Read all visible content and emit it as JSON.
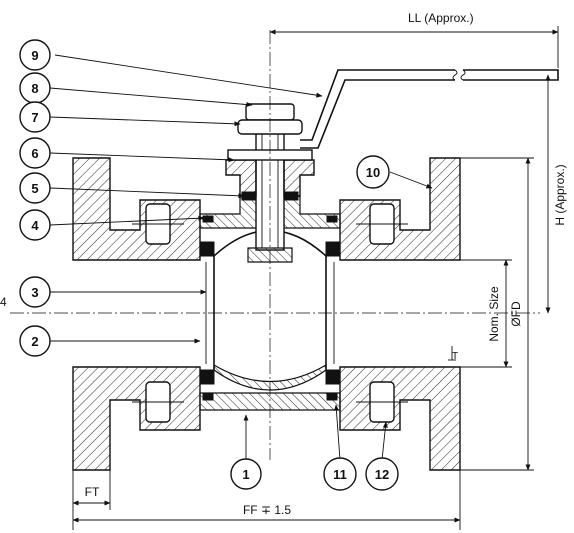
{
  "dimensions": {
    "ll": "LL (Approx.)",
    "h": "H (Approx.)",
    "nom_size": "Nom. Size",
    "fd": "ØFD",
    "ft": "FT",
    "ff": "FF ∓ 1.5",
    "t": "T"
  },
  "balloons": [
    "1",
    "2",
    "3",
    "4",
    "5",
    "6",
    "7",
    "8",
    "9",
    "10",
    "11",
    "12"
  ],
  "side_mark": "4"
}
